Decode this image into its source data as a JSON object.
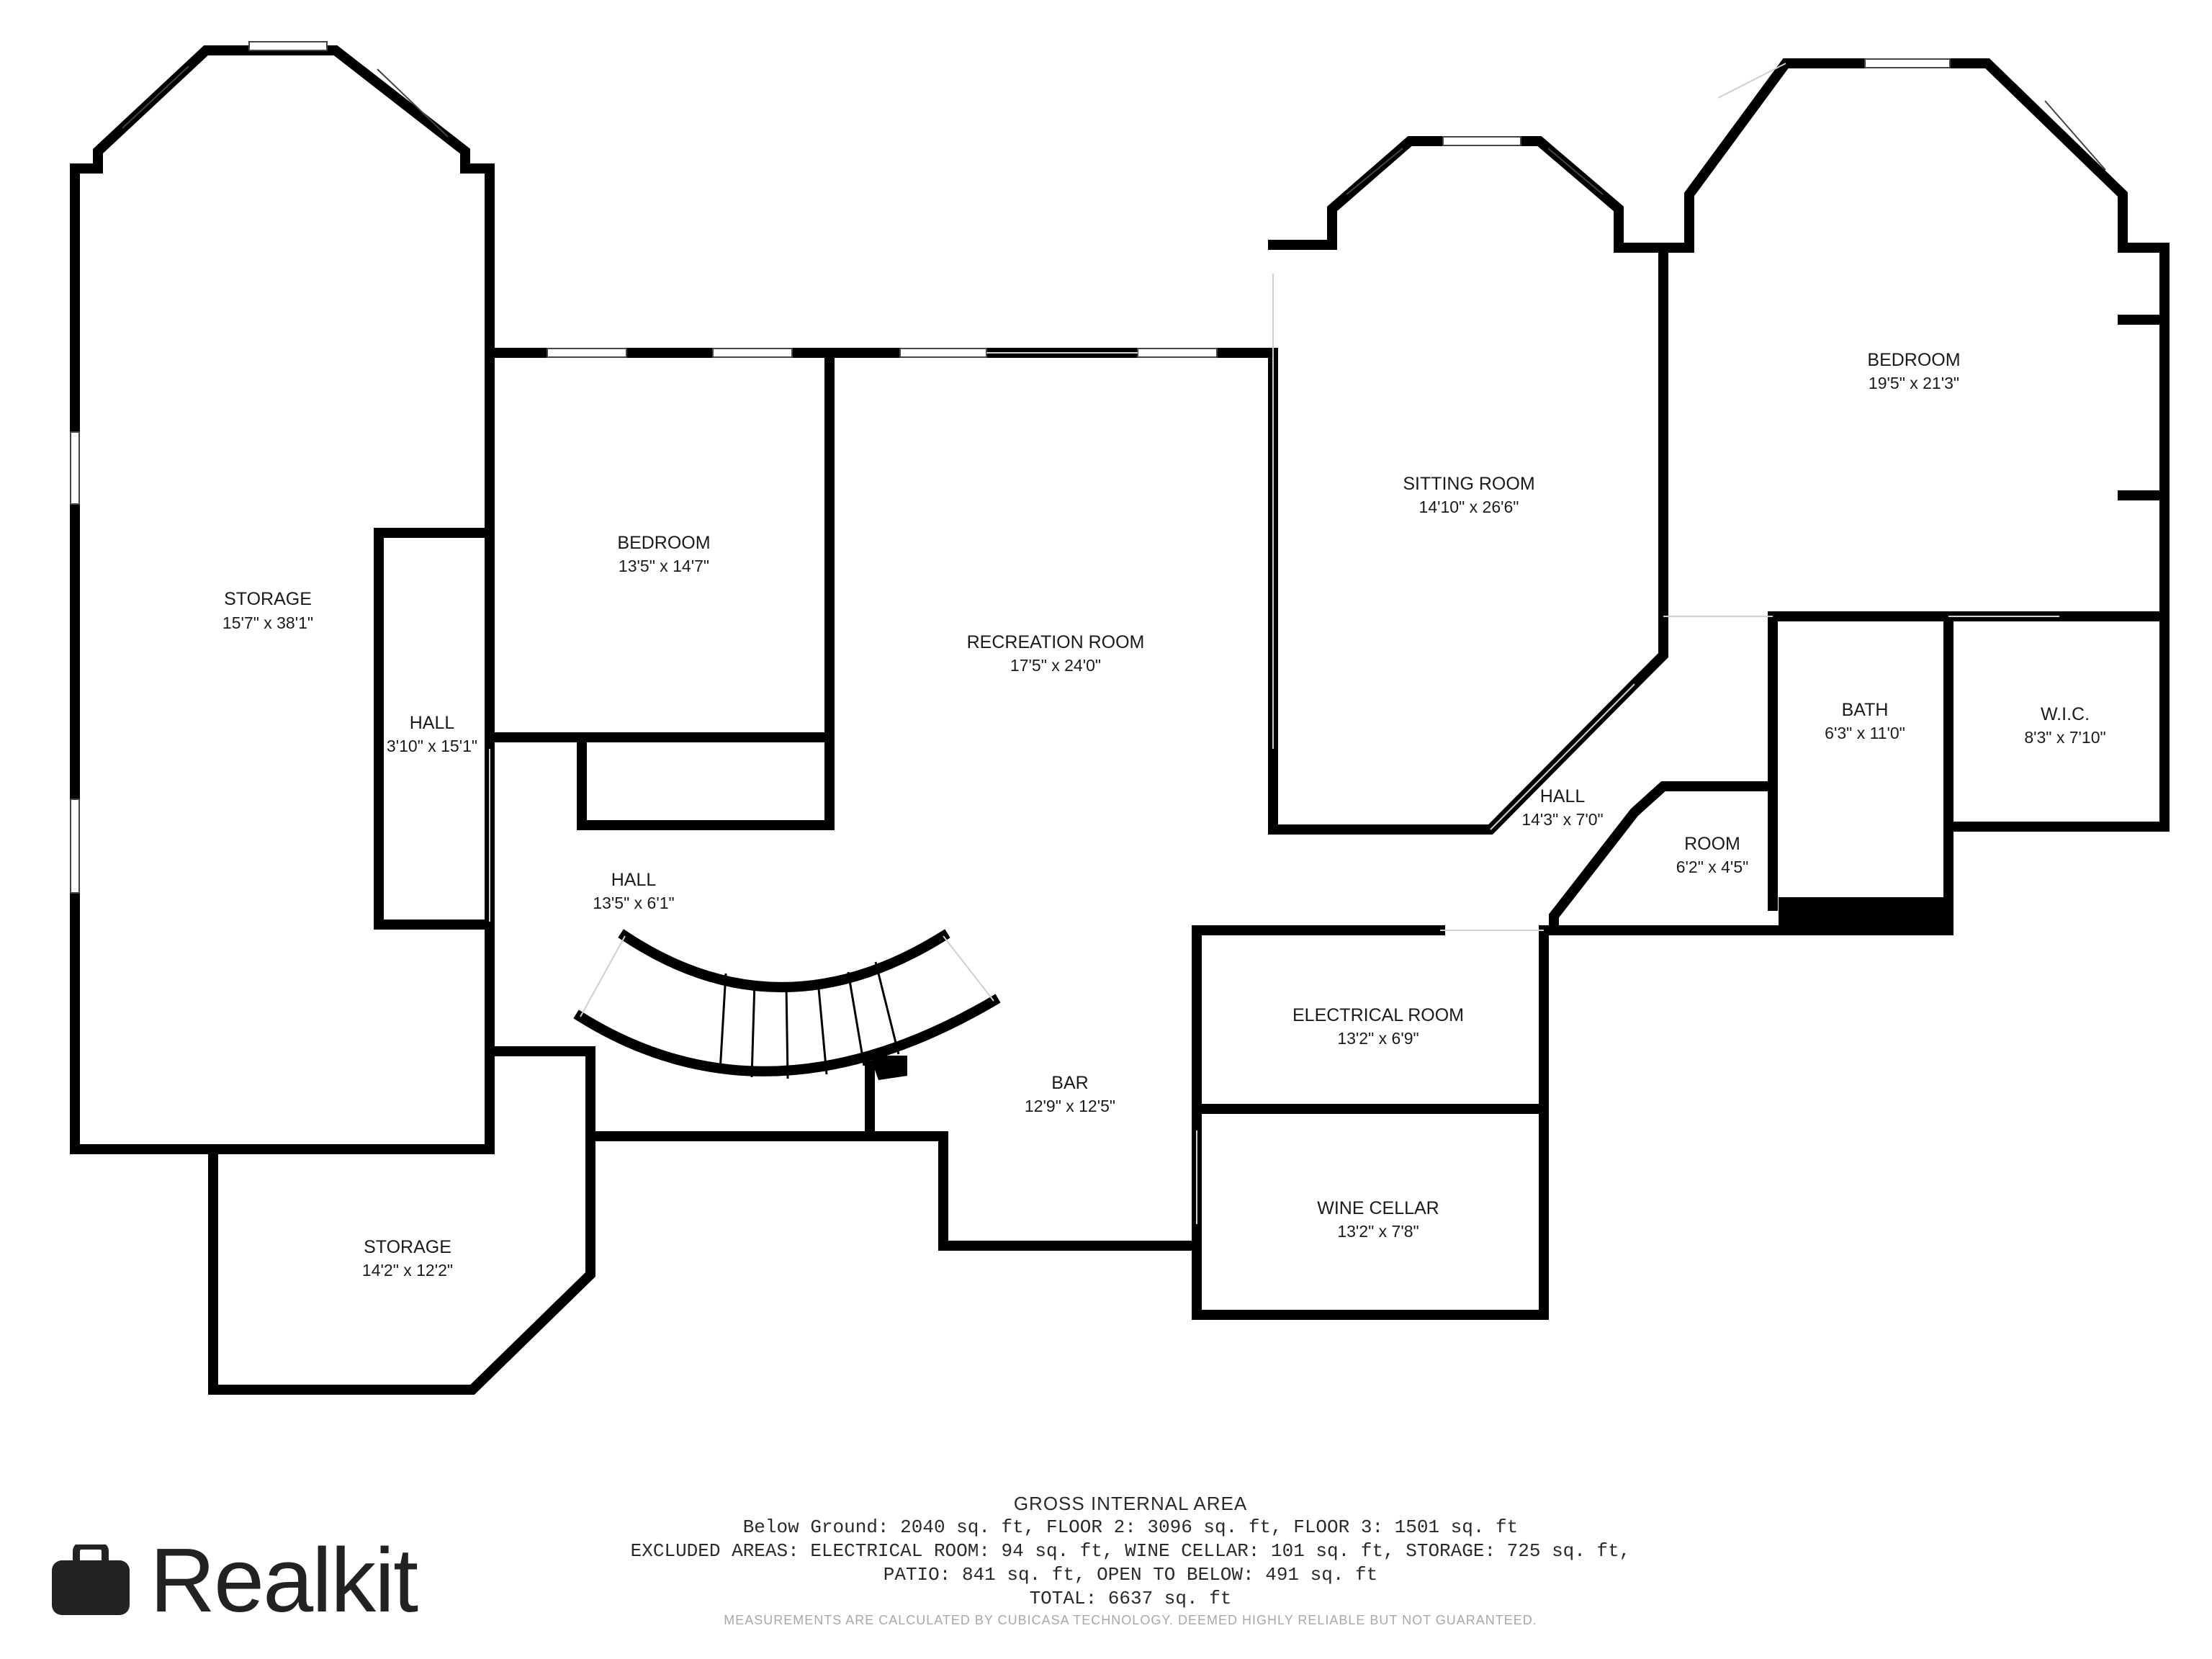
{
  "rooms": [
    {
      "key": "storage_left",
      "name": "STORAGE",
      "dims": "15'7\" x 38'1\""
    },
    {
      "key": "hall_left",
      "name": "HALL",
      "dims": "3'10\" x 15'1\""
    },
    {
      "key": "bedroom_left",
      "name": "BEDROOM",
      "dims": "13'5\" x 14'7\""
    },
    {
      "key": "recreation",
      "name": "RECREATION ROOM",
      "dims": "17'5\" x 24'0\""
    },
    {
      "key": "sitting",
      "name": "SITTING ROOM",
      "dims": "14'10\" x 26'6\""
    },
    {
      "key": "bedroom_right",
      "name": "BEDROOM",
      "dims": "19'5\" x 21'3\""
    },
    {
      "key": "bath",
      "name": "BATH",
      "dims": "6'3\" x 11'0\""
    },
    {
      "key": "wic",
      "name": "W.I.C.",
      "dims": "8'3\" x 7'10\""
    },
    {
      "key": "hall_mid",
      "name": "HALL",
      "dims": "13'5\" x 6'1\""
    },
    {
      "key": "hall_right",
      "name": "HALL",
      "dims": "14'3\" x 7'0\""
    },
    {
      "key": "room_small",
      "name": "ROOM",
      "dims": "6'2\" x 4'5\""
    },
    {
      "key": "electrical",
      "name": "ELECTRICAL ROOM",
      "dims": "13'2\" x 6'9\""
    },
    {
      "key": "bar",
      "name": "BAR",
      "dims": "12'9\" x 12'5\""
    },
    {
      "key": "wine",
      "name": "WINE CELLAR",
      "dims": "13'2\" x 7'8\""
    },
    {
      "key": "storage_bottom",
      "name": "STORAGE",
      "dims": "14'2\" x 12'2\""
    }
  ],
  "summary": {
    "title": "GROSS INTERNAL AREA",
    "line1": "Below Ground: 2040 sq. ft, FLOOR 2: 3096 sq. ft, FLOOR 3: 1501 sq. ft",
    "line2": "EXCLUDED AREAS: ELECTRICAL ROOM: 94 sq. ft, WINE CELLAR: 101 sq. ft, STORAGE: 725 sq. ft,",
    "line3": "PATIO: 841 sq. ft, OPEN TO BELOW: 491 sq. ft",
    "line4": "TOTAL: 6637 sq. ft"
  },
  "disclaimer": "MEASUREMENTS ARE CALCULATED BY CUBICASA TECHNOLOGY. DEEMED HIGHLY RELIABLE BUT NOT GUARANTEED.",
  "brand": {
    "name": "Realkit",
    "icon": "briefcase-icon"
  }
}
